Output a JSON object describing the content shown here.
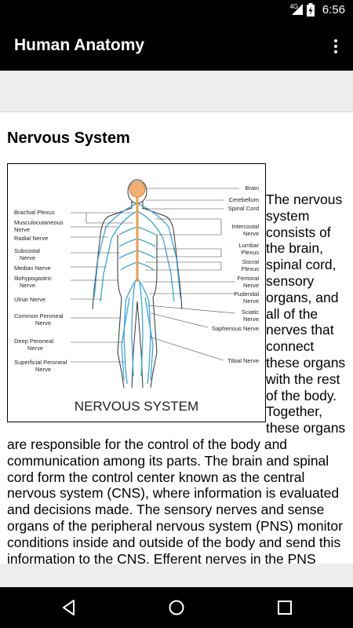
{
  "status_bar": {
    "time": "6:56",
    "network": "4G",
    "icons": [
      "signal-icon",
      "battery-charging-icon"
    ]
  },
  "app_bar": {
    "title": "Human Anatomy",
    "menu_icon": "more-vert-icon"
  },
  "article": {
    "heading": "Nervous System",
    "body": "The nervous system consists of the brain, spinal cord, sensory organs, and all of the nerves that connect these organs with the rest of the body. Together, these organs are responsible for the control of the body and communication among its parts. The brain and spinal cord form the control center known as the central nervous system (CNS), where information is evaluated and decisions made. The sensory nerves and sense organs of the peripheral nervous system (PNS) monitor conditions inside and outside of the body and send this information to the CNS. Efferent nerves in the PNS"
  },
  "figure": {
    "caption": "NERVOUS SYSTEM",
    "labels_left": [
      "Brachial Plexus",
      "Musculocutaneous",
      "Nerve",
      "Radial Nerve",
      "Subcostal",
      "Nerve",
      "Median Nerve",
      "Iliohypogastric",
      "Nerve",
      "Ulnar Nerve",
      "Common Peroneal",
      "Nerve",
      "Deep Peroneal",
      "Nerve",
      "Superficial Peroneal",
      "Nerve"
    ],
    "labels_right": [
      "Brain",
      "Cerebellum",
      "Spinal Cord",
      "Intercostal",
      "Nerve",
      "Lumbar",
      "Plexus",
      "Socral",
      "Plexus",
      "Femoral",
      "Nerve",
      "Pudendal",
      "Nerve",
      "Sciatic",
      "Nerve",
      "Saphenous Nerve",
      "Tibial Nerve"
    ],
    "colors": {
      "nerve": "#3aa6dc",
      "spine": "#e8a04a",
      "brain": "#f0b070"
    }
  },
  "nav_bar": {
    "icons": [
      "back-icon",
      "home-icon",
      "recents-icon"
    ]
  }
}
